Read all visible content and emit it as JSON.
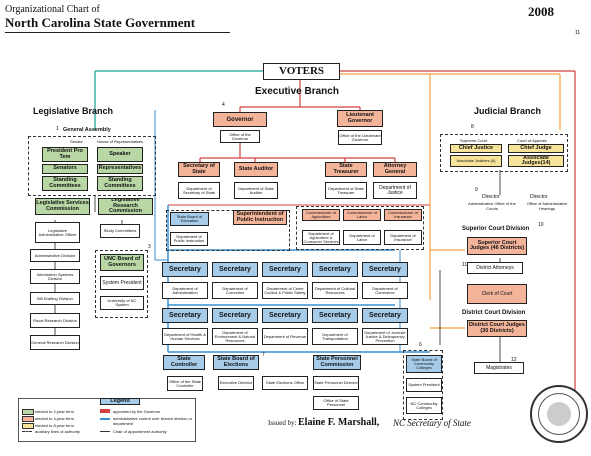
{
  "header": {
    "title_line1": "Organizational Chart of",
    "title_line2": "North Carolina State Government",
    "year": "2008",
    "page_number": "11"
  },
  "voters": "VOTERS",
  "branches": {
    "executive": "Executive Branch",
    "legislative": "Legislative Branch",
    "judicial": "Judicial Branch"
  },
  "legislative": {
    "general_assembly": "General Assembly",
    "senate_label": "Senate",
    "house_label": "House of Representatives",
    "president": "President Pro Tem",
    "speaker": "Speaker",
    "senators": "Senators",
    "representatives": "Representatives",
    "standing1": "Standing Committees",
    "standing2": "Standing Committees",
    "services_commission": "Legislative Services Commission",
    "research_commission": "Legislative Research Commission",
    "admin_officer": "Legislative Administrative Officer",
    "study_committees": "Study Committees",
    "divisions": [
      "Administrative Division",
      "Information Systems Division",
      "Bill Drafting Division",
      "Fiscal Research Division",
      "General Research Division"
    ]
  },
  "executive": {
    "governor": "Governor",
    "office_governor": "Office of the Governor",
    "lt_governor": "Lieutenant Governor",
    "office_lt_governor": "Office of the Lieutenant Governor",
    "sec_state": "Secretary of State",
    "dept_sec_state": "Department of Secretary of State",
    "auditor": "State Auditor",
    "dept_auditor": "Department of State Auditor",
    "treasurer": "State Treasurer",
    "dept_treasurer": "Department of State Treasurer",
    "attorney_general": "Attorney General",
    "dept_justice": "Department of Justice",
    "board_education": "State Board of Education",
    "superintendent": "Superintendent of Public Instruction",
    "dept_public_instruction": "Department of Public Instruction",
    "comm_agriculture": "Commissioner of Agriculture",
    "comm_labor": "Commissioner of Labor",
    "comm_insurance": "Commissioner of Insurance",
    "dept_agriculture": "Department of Agriculture & Consumer Services",
    "dept_labor": "Department of Labor",
    "dept_insurance": "Department of Insurance",
    "unc_board": "UNC Board of Governors",
    "system_president": "System President",
    "unc_system": "University of NC System",
    "secretary_label": "Secretary",
    "depts_row1": [
      "Department of Administration",
      "Department of Correction",
      "Department of Crime Control & Public Safety",
      "Department of Cultural Resources",
      "Department of Commerce"
    ],
    "depts_row2": [
      "Department of Health & Human Services",
      "Department of Environment & Natural Resources",
      "Department of Revenue",
      "Department of Transportation",
      "Department of Juvenile Justice & Delinquency Prevention"
    ],
    "state_controller": "State Controller",
    "office_controller": "Office of the State Controller",
    "board_elections": "State Board of Elections",
    "exec_director": "Executive Director",
    "elections_office": "State Elections Office",
    "personnel_commission": "State Personnel Commission",
    "personnel_director": "State Personnel Director",
    "office_personnel": "Office of State Personnel",
    "community_colleges": "State Board of Community Colleges",
    "cc_president": "System President",
    "cc_system": "NC Community Colleges"
  },
  "judicial": {
    "supreme_court": "Supreme Court",
    "court_appeals": "Court of Appeals",
    "chief_justice": "Chief Justice",
    "chief_judge": "Chief Judge",
    "associate_justices": "Associate Justices (6)",
    "associate_judges": "Associate Judges(14)",
    "director": "Director",
    "admin_office_courts": "Administrative Office of the Courts",
    "director2": "Director",
    "office_hearings": "Office of Administrative Hearings",
    "superior_division": "Superior Court Division",
    "superior_judges": "Superior Court Judges (46 Districts)",
    "district_attorneys": "District Attorneys",
    "clerk": "Clerk of Court",
    "district_division": "District Court Division",
    "district_judges": "District Court Judges (30 Districts)",
    "magistrates": "Magistrates"
  },
  "legend": {
    "title": "Legend",
    "items": [
      "elected to 2-year term",
      "elected to 4-year term",
      "elected to 8-year term",
      "appointed by the Governor",
      "auxiliary lines of authority",
      "administrative control over branch division or department",
      "Chair of appointment authority"
    ]
  },
  "footer": {
    "issued_by": "Issued by:",
    "name": "Elaine F. Marshall,",
    "role": "NC Secretary of State"
  },
  "colors": {
    "green": "#b9d7a5",
    "salmon": "#f4b49a",
    "blue": "#a6cce9",
    "yellow": "#f7e49a",
    "orange_line": "#f0a040",
    "red_line": "#d04040",
    "blue_line": "#3a8fd0",
    "teal_line": "#40b0a0"
  }
}
